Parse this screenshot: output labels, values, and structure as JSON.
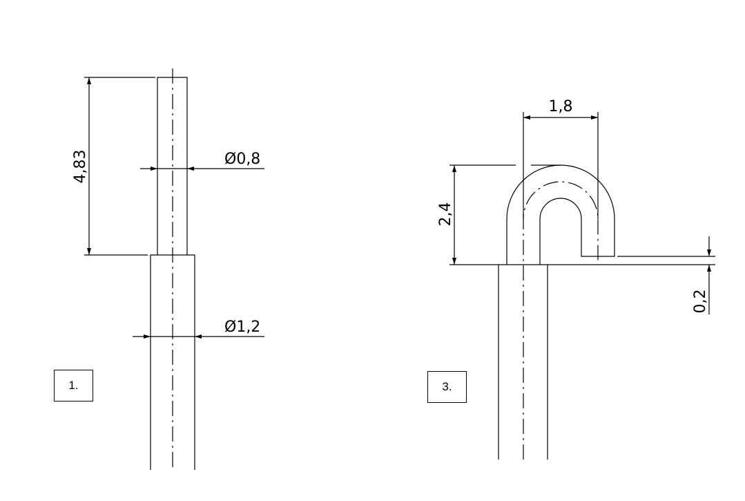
{
  "drawings": [
    {
      "label": "1.",
      "dimensions": {
        "length": "4,83",
        "small_diameter": "Ø0,8",
        "large_diameter": "Ø1,2"
      }
    },
    {
      "label": "3.",
      "dimensions": {
        "width": "1,8",
        "height": "2,4",
        "step": "0,2"
      }
    }
  ]
}
